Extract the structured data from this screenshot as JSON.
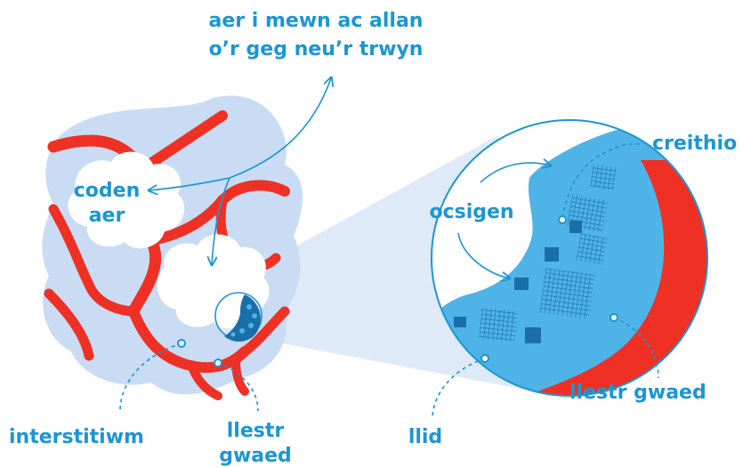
{
  "labels": {
    "air_line1": "aer i mewn ac allan",
    "air_line2": "o’r geg neu’r trwyn",
    "air_sac_line1": "coden",
    "air_sac_line2": "aer",
    "oxygen": "ocsigen",
    "capillaries": "creithio",
    "interstitium": "interstitiwm",
    "vessel_left_line1": "llestr",
    "vessel_left_line2": "gwaed",
    "vessel_right": "llestr gwaed",
    "wall": "llid"
  },
  "colors": {
    "label_blue": "#1b96d4",
    "tissue_light_blue": "#c9dcf3",
    "vessel_red": "#ee3124",
    "membrane_blue": "#4eb3e6",
    "capillary_dark": "#1b6fa8"
  }
}
